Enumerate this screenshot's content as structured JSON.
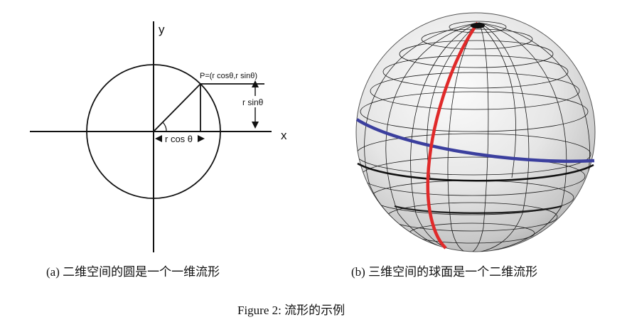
{
  "panel_a": {
    "axis_x_label": "x",
    "axis_y_label": "y",
    "point_label": "P=(r cosθ,r sinθ)",
    "r_sin_label": "r sinθ",
    "r_cos_label": "r cos θ",
    "caption": "(a) 二维空间的圆是一个一维流形"
  },
  "panel_b": {
    "caption": "(b) 三维空间的球面是一个二维流形",
    "colors": {
      "meridian": "#e02a2a",
      "latitude": "#3b3f9e",
      "equator": "#111111",
      "grid": "#1a1a1a"
    }
  },
  "figure_caption": "Figure 2: 流形的示例"
}
